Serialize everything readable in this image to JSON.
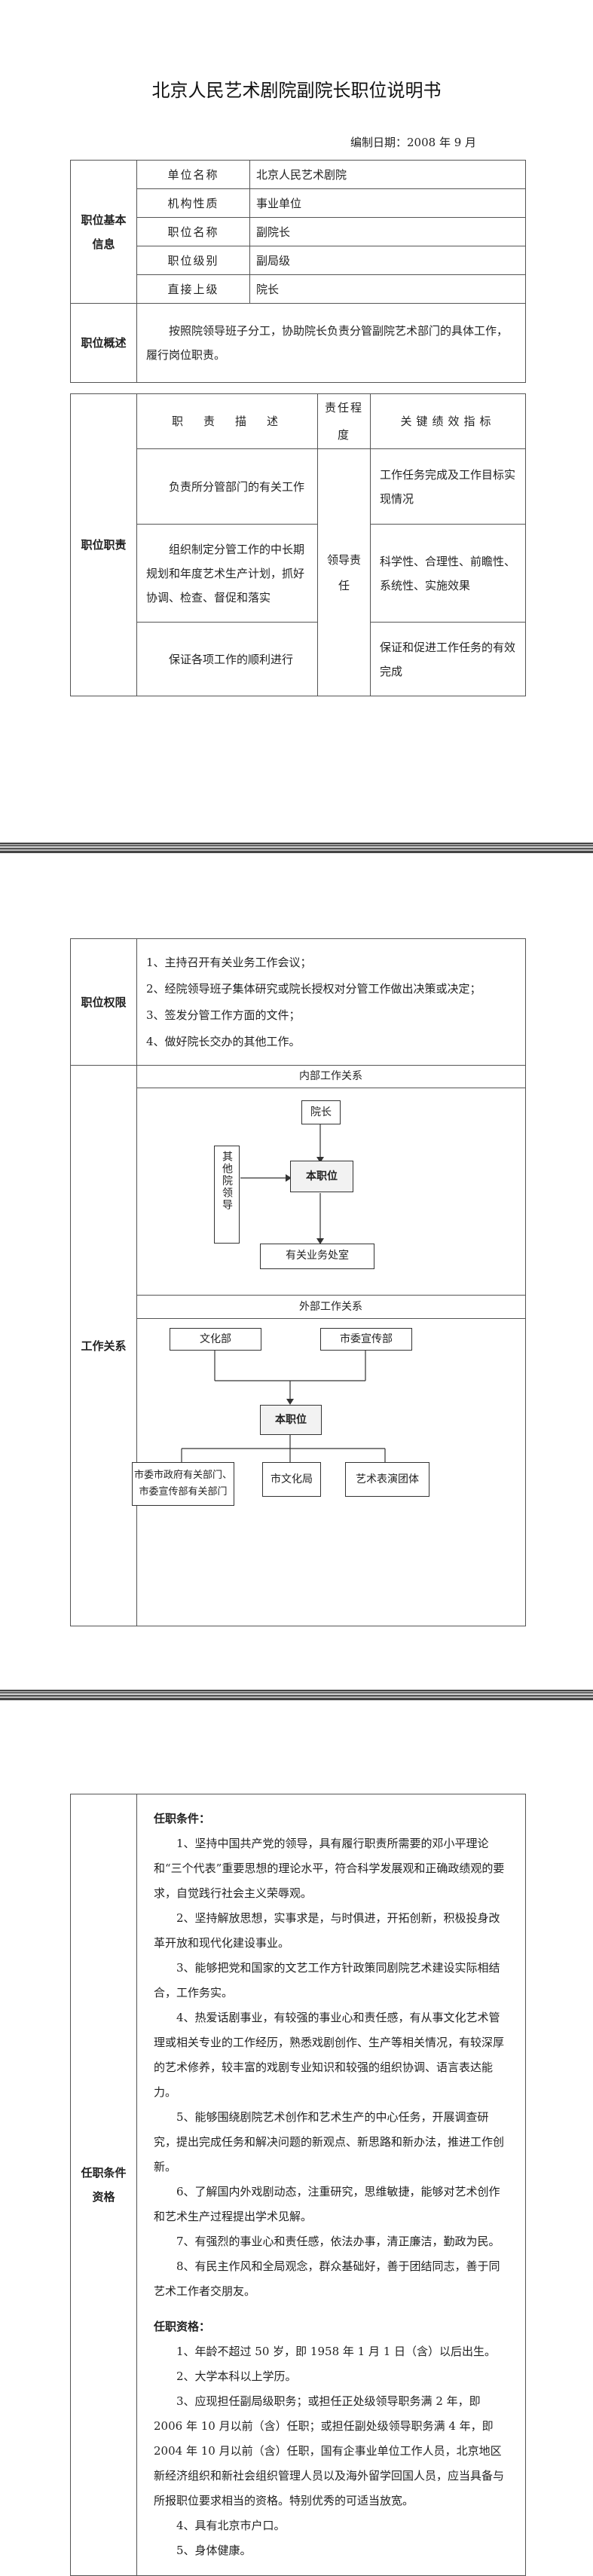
{
  "title": "北京人民艺术剧院副院长职位说明书",
  "date_label": "编制日期：2008 年 9 月",
  "basic": {
    "section": "职位基本信息",
    "rows": [
      {
        "label": "单位名称",
        "value": "北京人民艺术剧院"
      },
      {
        "label": "机构性质",
        "value": "事业单位"
      },
      {
        "label": "职位名称",
        "value": "副院长"
      },
      {
        "label": "职位级别",
        "value": "副局级"
      },
      {
        "label": "直接上级",
        "value": "院长"
      }
    ]
  },
  "summary": {
    "section": "职位概述",
    "text": "按照院领导班子分工，协助院长负责分管副院艺术部门的具体工作，履行岗位职责。"
  },
  "duties": {
    "section": "职位职责",
    "header_duty": "职　责　描　述",
    "header_resp": "责任程度",
    "header_kpi": "关键绩效指标",
    "resp_level": "领导责任",
    "items": [
      {
        "desc": "负责所分管部门的有关工作",
        "kpi": "工作任务完成及工作目标实现情况"
      },
      {
        "desc": "组织制定分管工作的中长期规划和年度艺术生产计划，抓好协调、检查、督促和落实",
        "kpi": "科学性、合理性、前瞻性、系统性、实施效果"
      },
      {
        "desc": "保证各项工作的顺利进行",
        "kpi": "保证和促进工作任务的有效完成"
      }
    ]
  },
  "authority": {
    "section": "职位权限",
    "items": [
      "1、主持召开有关业务工作会议；",
      "2、经院领导班子集体研究或院长授权对分管工作做出决策或决定；",
      "3、签发分管工作方面的文件；",
      "4、做好院长交办的其他工作。"
    ]
  },
  "relations": {
    "section": "工作关系",
    "internal_title": "内部工作关系",
    "external_title": "外部工作关系",
    "internal": {
      "top": "院长",
      "left": "其他院领导",
      "center": "本职位",
      "bottom": "有关业务处室"
    },
    "external": {
      "left_top": "文化部",
      "right_top": "市委宣传部",
      "center": "本职位",
      "bottom1": "市委市政府有关部门、市委宣传部有关部门",
      "bottom2": "市文化局",
      "bottom3": "艺术表演团体"
    }
  },
  "qualification": {
    "section": "任职条件资格",
    "cond_title": "任职条件：",
    "conditions": [
      "1、坚持中国共产党的领导，具有履行职责所需要的邓小平理论和“三个代表”重要思想的理论水平，符合科学发展观和正确政绩观的要求，自觉践行社会主义荣辱观。",
      "2、坚持解放思想，实事求是，与时俱进，开拓创新，积极投身改革开放和现代化建设事业。",
      "3、能够把党和国家的文艺工作方针政策同剧院艺术建设实际相结合，工作务实。",
      "4、热爱话剧事业，有较强的事业心和责任感，有从事文化艺术管理或相关专业的工作经历，熟悉戏剧创作、生产等相关情况，有较深厚的艺术修养，较丰富的戏剧专业知识和较强的组织协调、语言表达能力。",
      "5、能够围绕剧院艺术创作和艺术生产的中心任务，开展调查研究，提出完成任务和解决问题的新观点、新思路和新办法，推进工作创新。",
      "6、了解国内外戏剧动态，注重研究，思维敏捷，能够对艺术创作和艺术生产过程提出学术见解。",
      "7、有强烈的事业心和责任感，依法办事，清正廉洁，勤政为民。",
      "8、有民主作风和全局观念，群众基础好，善于团结同志，善于同艺术工作者交朋友。"
    ],
    "qual_title": "任职资格：",
    "qualifications": [
      "1、年龄不超过 50 岁，即 1958 年 1 月 1 日（含）以后出生。",
      "2、大学本科以上学历。",
      "3、应现担任副局级职务；或担任正处级领导职务满 2 年，即 2006 年 10 月以前（含）任职；或担任副处级领导职务满 4 年，即 2004 年 10 月以前（含）任职，国有企事业单位工作人员，北京地区新经济组织和新社会组织管理人员以及海外留学回国人员，应当具备与所报职位要求相当的资格。特别优秀的可适当放宽。",
      "4、具有北京市户口。",
      "5、身体健康。"
    ]
  }
}
